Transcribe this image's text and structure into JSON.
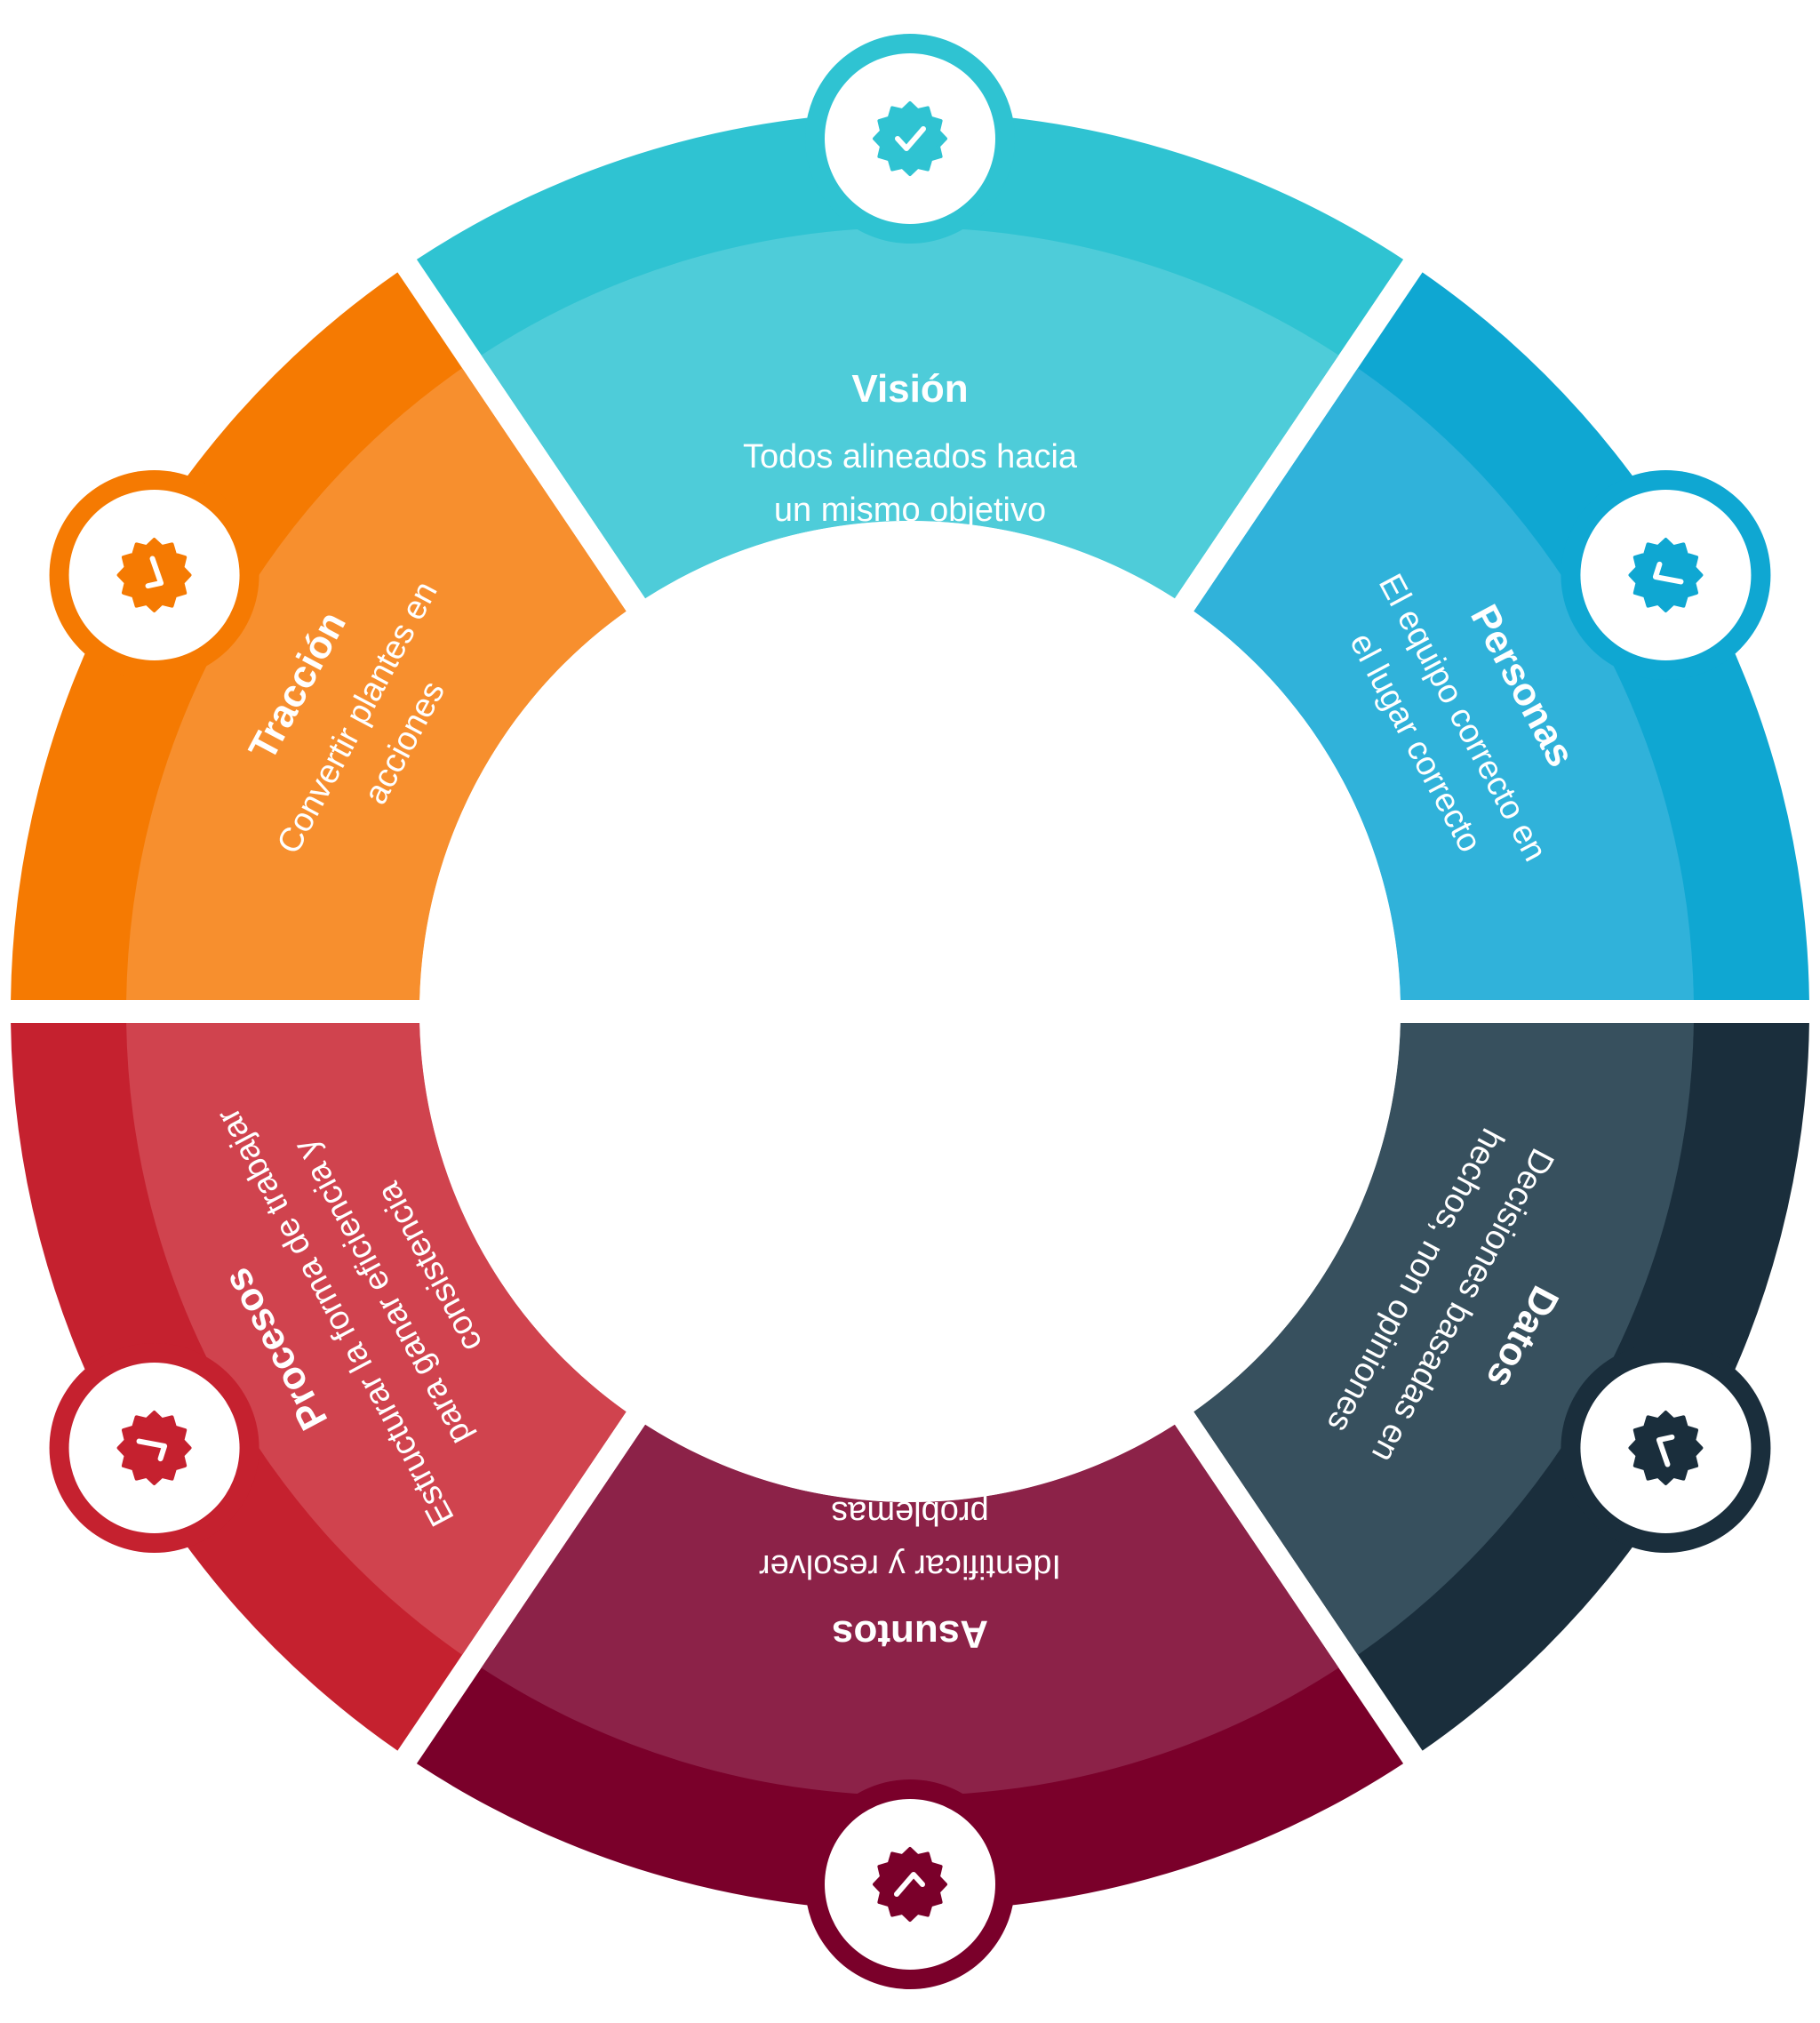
{
  "segments": [
    {
      "key": "vision",
      "title": "Visión",
      "lines": [
        "Todos alineados hacia",
        "un mismo objetivo"
      ],
      "outer_color": "#2FC3D2",
      "inner_color": "#4ECCD9",
      "icon": "check-badge-icon"
    },
    {
      "key": "personas",
      "title": "Personas",
      "lines": [
        "El equipo correcto en",
        "el lugar correcto"
      ],
      "outer_color": "#0FA7D2",
      "inner_color": "#30B2DA",
      "icon": "check-badge-icon"
    },
    {
      "key": "datos",
      "title": "Datos",
      "lines": [
        "Decisiones basadas en",
        "hechos, non opiniones"
      ],
      "outer_color": "#1A2E3C",
      "inner_color": "#37505E",
      "icon": "check-badge-icon"
    },
    {
      "key": "asuntos",
      "title": "Asuntos",
      "lines": [
        "Identificar y resolver",
        "problemas"
      ],
      "outer_color": "#7A002A",
      "inner_color": "#8C2248",
      "icon": "check-badge-icon"
    },
    {
      "key": "procesos",
      "title": "Procesos",
      "lines": [
        "Estructurar la forma de trabajar",
        "para ganar eficiencia y",
        "consistencia"
      ],
      "outer_color": "#C5212F",
      "inner_color": "#D0434E",
      "icon": "check-badge-icon"
    },
    {
      "key": "traccion",
      "title": "Tracción",
      "lines": [
        "Convertir plantes en",
        "acciones"
      ],
      "outer_color": "#F57A02",
      "inner_color": "#F78F2E",
      "icon": "check-badge-icon"
    }
  ]
}
